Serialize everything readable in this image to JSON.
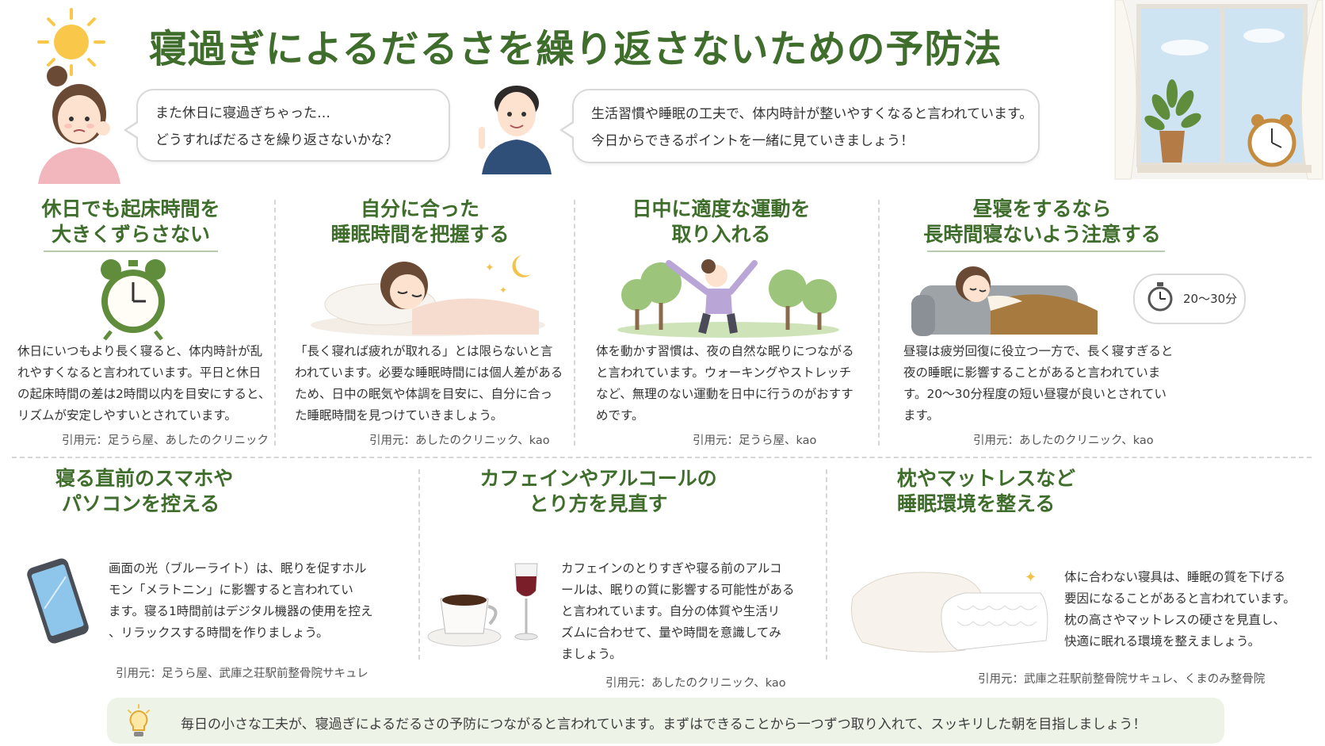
{
  "title": "寝過ぎによるだるさを繰り返さないための予防法",
  "dialogue": {
    "woman_lines": [
      "また休日に寝過ぎちゃった…",
      "どうすればだるさを繰り返さないかな？"
    ],
    "man_lines": [
      "生活習慣や睡眠の工夫で、体内時計が整いやすくなると言われています。",
      "今日からできるポイントを一緒に見ていきましょう！"
    ]
  },
  "top_sections": [
    {
      "title_lines": [
        "休日でも起床時間を",
        "大きくずらさない"
      ],
      "body_lines": [
        "休日にいつもより長く寝ると、体内時計が乱",
        "れやすくなると言われています。平日と休日",
        "の起床時間の差は2時間以内を目安にすると、",
        "リズムが安定しやすいとされています。"
      ],
      "source": "引用元：足うら屋、あしたのクリニック",
      "icon": "alarm-clock-icon"
    },
    {
      "title_lines": [
        "自分に合った",
        "睡眠時間を把握する"
      ],
      "body_lines": [
        "「長く寝れば疲れが取れる」とは限らないと言",
        "われています。必要な睡眠時間には個人差がある",
        "ため、日中の眠気や体調を目安に、自分に合っ",
        "た睡眠時間を見つけていきましょう。"
      ],
      "source": "引用元：あしたのクリニック、kao",
      "icon": "sleeping-woman-icon"
    },
    {
      "title_lines": [
        "日中に適度な運動を",
        "取り入れる"
      ],
      "body_lines": [
        "体を動かす習慣は、夜の自然な眠りにつながる",
        "と言われています。ウォーキングやストレッチ",
        "など、無理のない運動を日中に行うのがおすす",
        "めです。"
      ],
      "source": "引用元：足うら屋、kao",
      "icon": "stretching-woman-icon"
    },
    {
      "title_lines": [
        "昼寝をするなら",
        "長時間寝ないよう注意する"
      ],
      "body_lines": [
        "昼寝は疲労回復に役立つ一方で、長く寝すぎると",
        "夜の睡眠に影響することがあると言われていま",
        "す。20〜30分程度の短い昼寝が良いとされてい",
        "ます。"
      ],
      "source": "引用元：あしたのクリニック、kao",
      "icon": "napping-woman-icon",
      "timer_label": "20〜30分"
    }
  ],
  "bottom_sections": [
    {
      "title_lines": [
        "寝る直前のスマホや",
        "パソコンを控える"
      ],
      "body_lines": [
        "画面の光（ブルーライト）は、眠りを促すホル",
        "モン「メラトニン」に影響すると言われてい",
        "ます。寝る1時間前はデジタル機器の使用を控え",
        "、リラックスする時間を作りましょう。"
      ],
      "source": "引用元：足うら屋、武庫之荘駅前整骨院サキュレ",
      "icon": "smartphone-icon"
    },
    {
      "title_lines": [
        "カフェインやアルコールの",
        "とり方を見直す"
      ],
      "body_lines": [
        "カフェインのとりすぎや寝る前のアルコ",
        "ールは、眠りの質に影響する可能性がある",
        "と言われています。自分の体質や生活リ",
        "ズムに合わせて、量や時間を意識してみ",
        "ましょう。"
      ],
      "source": "引用元：あしたのクリニック、kao",
      "icon": "coffee-wine-icon"
    },
    {
      "title_lines": [
        "枕やマットレスなど",
        "睡眠環境を整える"
      ],
      "body_lines": [
        "体に合わない寝具は、睡眠の質を下げる",
        "要因になることがあると言われています。",
        "枕の高さやマットレスの硬さを見直し、",
        "快適に眠れる環境を整えましょう。"
      ],
      "source": "引用元：武庫之荘駅前整骨院サキュレ、くまのみ整骨院",
      "icon": "pillow-mattress-icon"
    }
  ],
  "footer": {
    "text": "毎日の小さな工夫が、寝過ぎによるだるさの予防につながると言われています。まずはできることから一つずつ取り入れて、スッキリした朝を目指しましょう！",
    "icon": "lightbulb-icon"
  },
  "colors": {
    "title_green": "#3f6d2b",
    "footer_bg": "#eef3e8",
    "divider": "#d6d6d6"
  }
}
